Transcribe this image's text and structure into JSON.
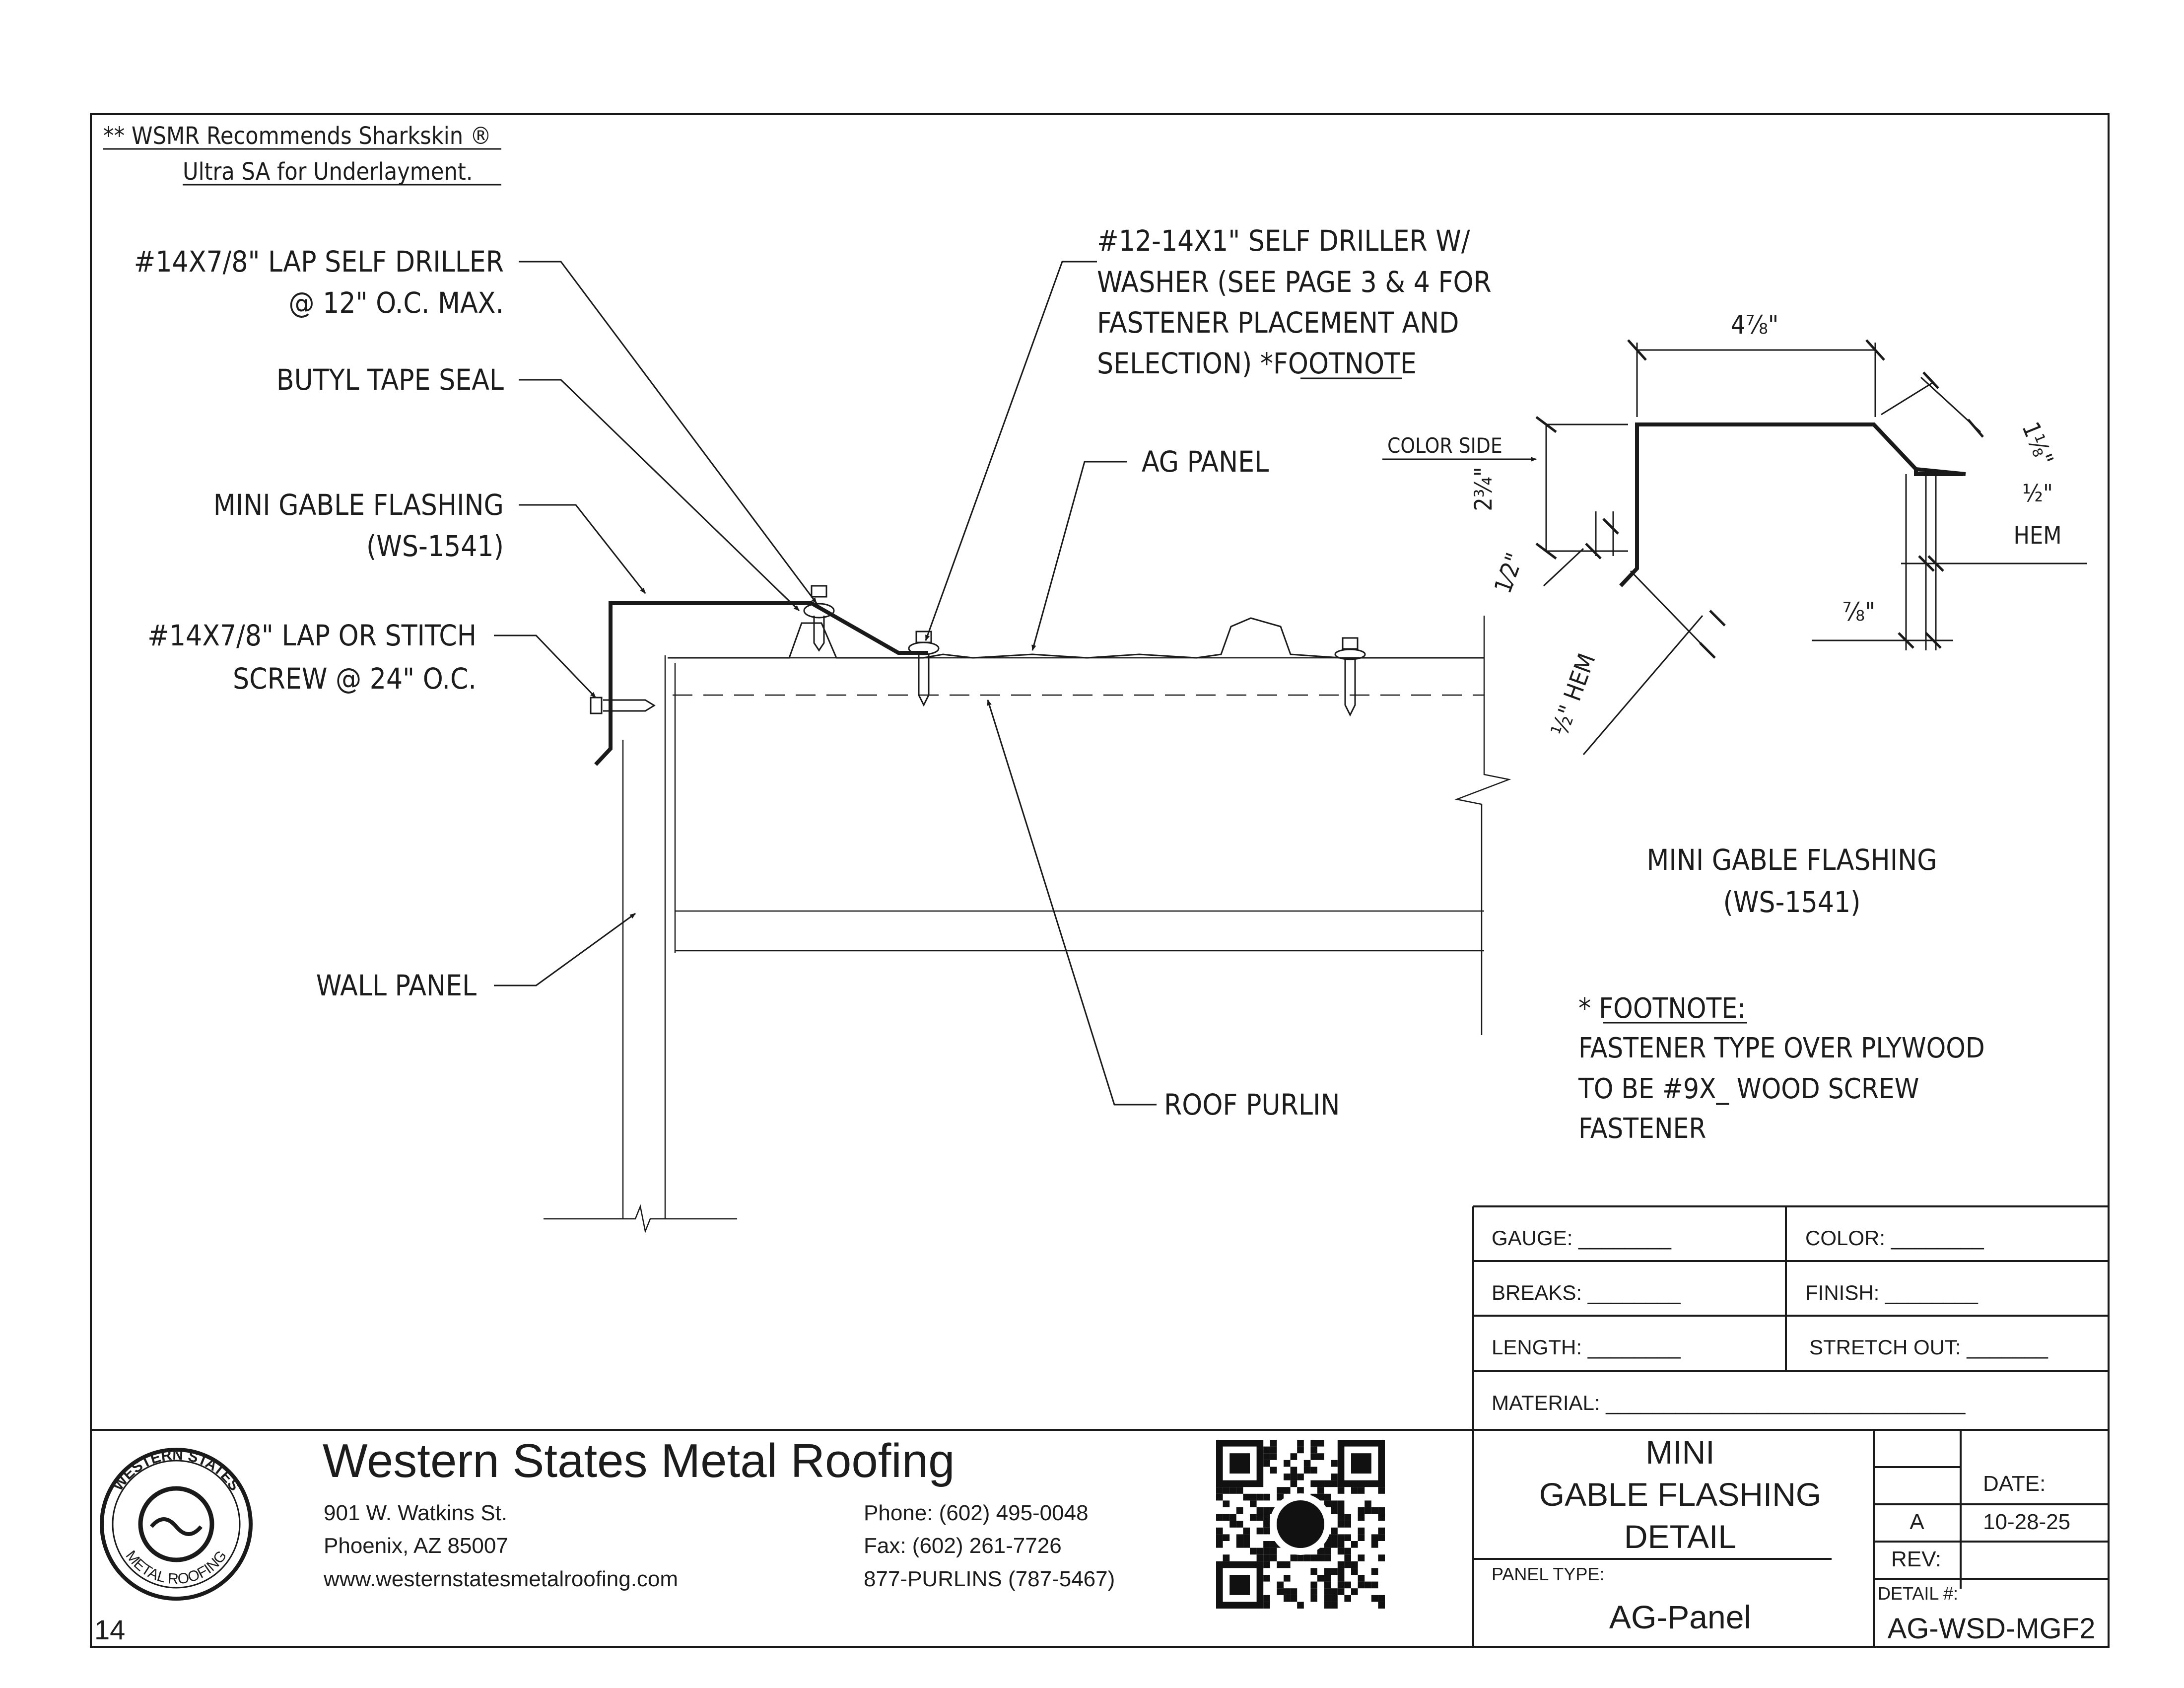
{
  "notes": {
    "underlayment_line1": "** WSMR Recommends Sharkskin ®",
    "underlayment_line2": "Ultra SA for Underlayment."
  },
  "callouts": {
    "lap_self_driller_1": "#14X7/8\" LAP SELF DRILLER",
    "lap_self_driller_2": "@ 12\" O.C. MAX.",
    "butyl_tape": "BUTYL TAPE SEAL",
    "mini_gable_1": "MINI GABLE FLASHING",
    "mini_gable_2": "(WS-1541)",
    "stitch_screw_1": "#14X7/8\" LAP OR STITCH",
    "stitch_screw_2": "SCREW @ 24\" O.C.",
    "wall_panel": "WALL PANEL",
    "self_driller_1": "#12-14X1\" SELF DRILLER W/",
    "self_driller_2": "WASHER (SEE PAGE 3 & 4 FOR",
    "self_driller_3": "FASTENER PLACEMENT AND",
    "self_driller_4": "SELECTION) *FOOTNOTE",
    "ag_panel": "AG PANEL",
    "roof_purlin": "ROOF PURLIN"
  },
  "profile": {
    "color_side": "COLOR SIDE",
    "top_dim": "4⅞\"",
    "left_dim": "2¾\"",
    "leg_dim": "1⅛\"",
    "small_dim": "1⁄2\"",
    "hem_left": "½\" HEM",
    "hem_right": "½\"",
    "hem_label": "HEM",
    "bottom_dim": "⅞\"",
    "title_1": "MINI GABLE FLASHING",
    "title_2": "(WS-1541)"
  },
  "footnote": {
    "heading": "* FOOTNOTE:",
    "line1": "FASTENER TYPE OVER PLYWOOD",
    "line2": "TO BE #9X_ WOOD SCREW",
    "line3": "FASTENER"
  },
  "spec_table": {
    "gauge": "GAUGE: ________",
    "color": "COLOR: ________",
    "breaks": "BREAKS: ________",
    "finish": "FINISH: ________",
    "length": "LENGTH: ________",
    "stretch_out": "STRETCH OUT: _______",
    "material": "MATERIAL: _______________________________"
  },
  "company": {
    "name": "Western States Metal Roofing",
    "address1": "901 W. Watkins St.",
    "address2": "Phoenix, AZ 85007",
    "website": "www.westernstatesmetalroofing.com",
    "phone": "Phone: (602) 495-0048",
    "fax": "Fax: (602) 261-7726",
    "tollfree": "877-PURLINS (787-5467)",
    "logo_top": "WESTERN STATES",
    "logo_bottom": "METAL ROOFING"
  },
  "title_block": {
    "title_1": "MINI",
    "title_2": "GABLE FLASHING",
    "title_3": "DETAIL",
    "panel_type_label": "PANEL TYPE:",
    "panel_type": "AG-Panel",
    "date_label": "DATE:",
    "rev_letter": "A",
    "date": "10-28-25",
    "rev_label": "REV:",
    "detail_label": "DETAIL #:",
    "detail_number": "AG-WSD-MGF2"
  },
  "page_number": "14"
}
